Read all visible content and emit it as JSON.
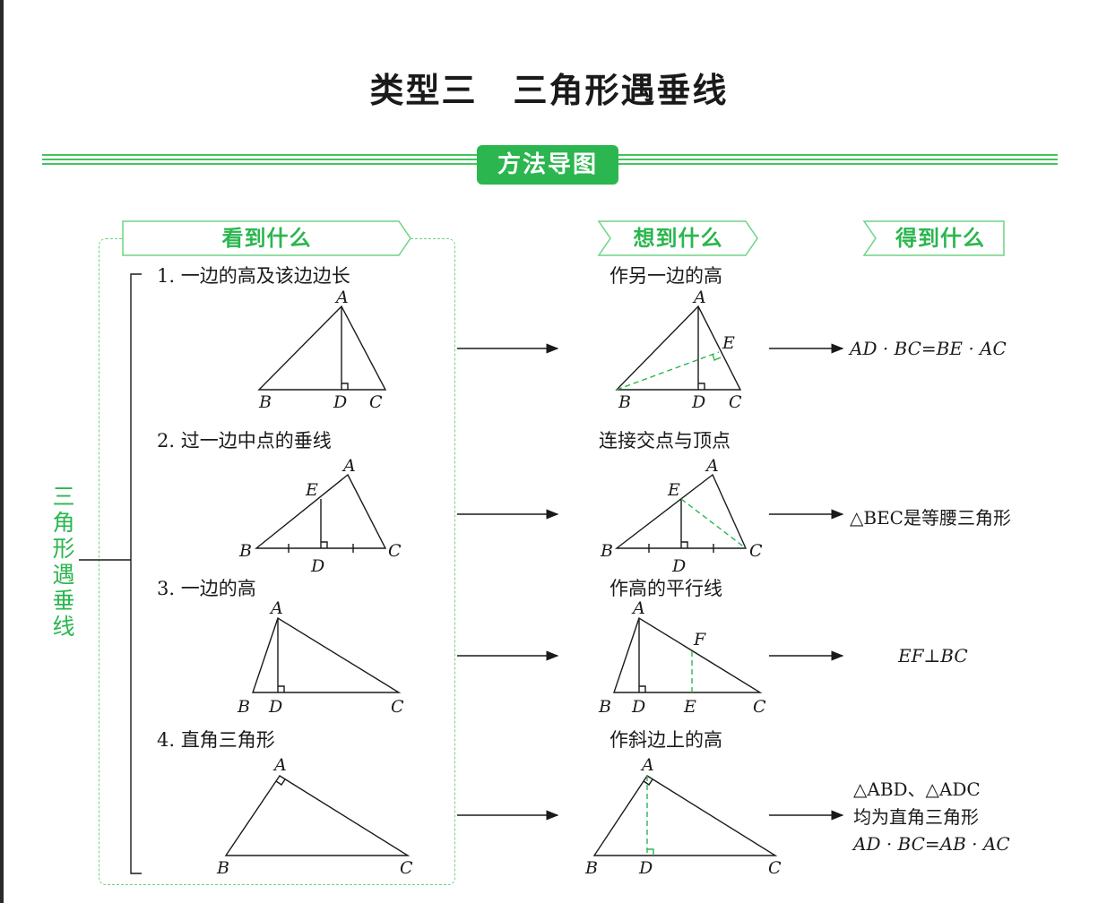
{
  "title": "类型三　三角形遇垂线",
  "section_badge": "方法导图",
  "side_label": "三角形遇垂线",
  "headers": {
    "see": "看到什么",
    "think": "想到什么",
    "get": "得到什么"
  },
  "rows": [
    {
      "see": "1. 一边的高及该边边长",
      "think": "作另一边的高",
      "result_lines": [
        "AD · BC=BE · AC"
      ],
      "see_labels": [
        "A",
        "B",
        "D",
        "C"
      ],
      "think_labels": [
        "A",
        "E",
        "B",
        "D",
        "C"
      ]
    },
    {
      "see": "2. 过一边中点的垂线",
      "think": "连接交点与顶点",
      "result_lines": [
        "△BEC是等腰三角形"
      ],
      "see_labels": [
        "A",
        "E",
        "B",
        "D",
        "C"
      ],
      "think_labels": [
        "A",
        "E",
        "B",
        "D",
        "C"
      ]
    },
    {
      "see": "3. 一边的高",
      "think": "作高的平行线",
      "result_lines": [
        "EF⊥BC"
      ],
      "see_labels": [
        "A",
        "B",
        "D",
        "C"
      ],
      "think_labels": [
        "A",
        "F",
        "B",
        "D",
        "E",
        "C"
      ]
    },
    {
      "see": "4. 直角三角形",
      "think": "作斜边上的高",
      "result_lines": [
        "△ABD、△ADC",
        "均为直角三角形",
        "AD · BC=AB · AC"
      ],
      "see_labels": [
        "A",
        "B",
        "C"
      ],
      "think_labels": [
        "A",
        "B",
        "D",
        "C"
      ]
    }
  ],
  "colors": {
    "accent_green": "#2bb64f",
    "dashed_green": "#6fd384"
  }
}
